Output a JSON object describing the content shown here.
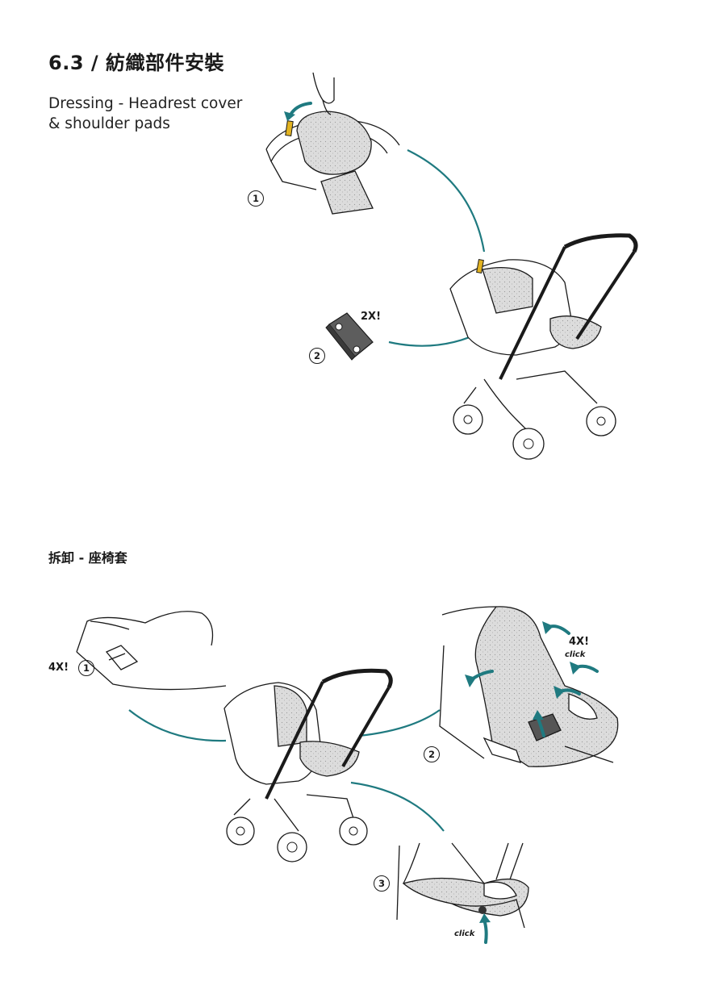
{
  "header": {
    "title": "6.3 / 紡織部件安裝",
    "subtitle": "Dressing - Headrest cover\n& shoulder pads"
  },
  "section_removal": {
    "title": "拆卸 - 座椅套"
  },
  "steps_top": {
    "step1": "1",
    "step2": "2",
    "repeat": "2X!"
  },
  "steps_bottom": {
    "step1": "1",
    "step1_repeat": "4X!",
    "step2": "2",
    "step2_repeat": "4X!",
    "step2_sound": "click",
    "step3": "3",
    "step3_sound": "click"
  },
  "colors": {
    "accent_teal": "#1f7a80",
    "highlight_yellow": "#e2b321",
    "line": "#1a1a1a",
    "fabric": "#d9d9d9"
  }
}
